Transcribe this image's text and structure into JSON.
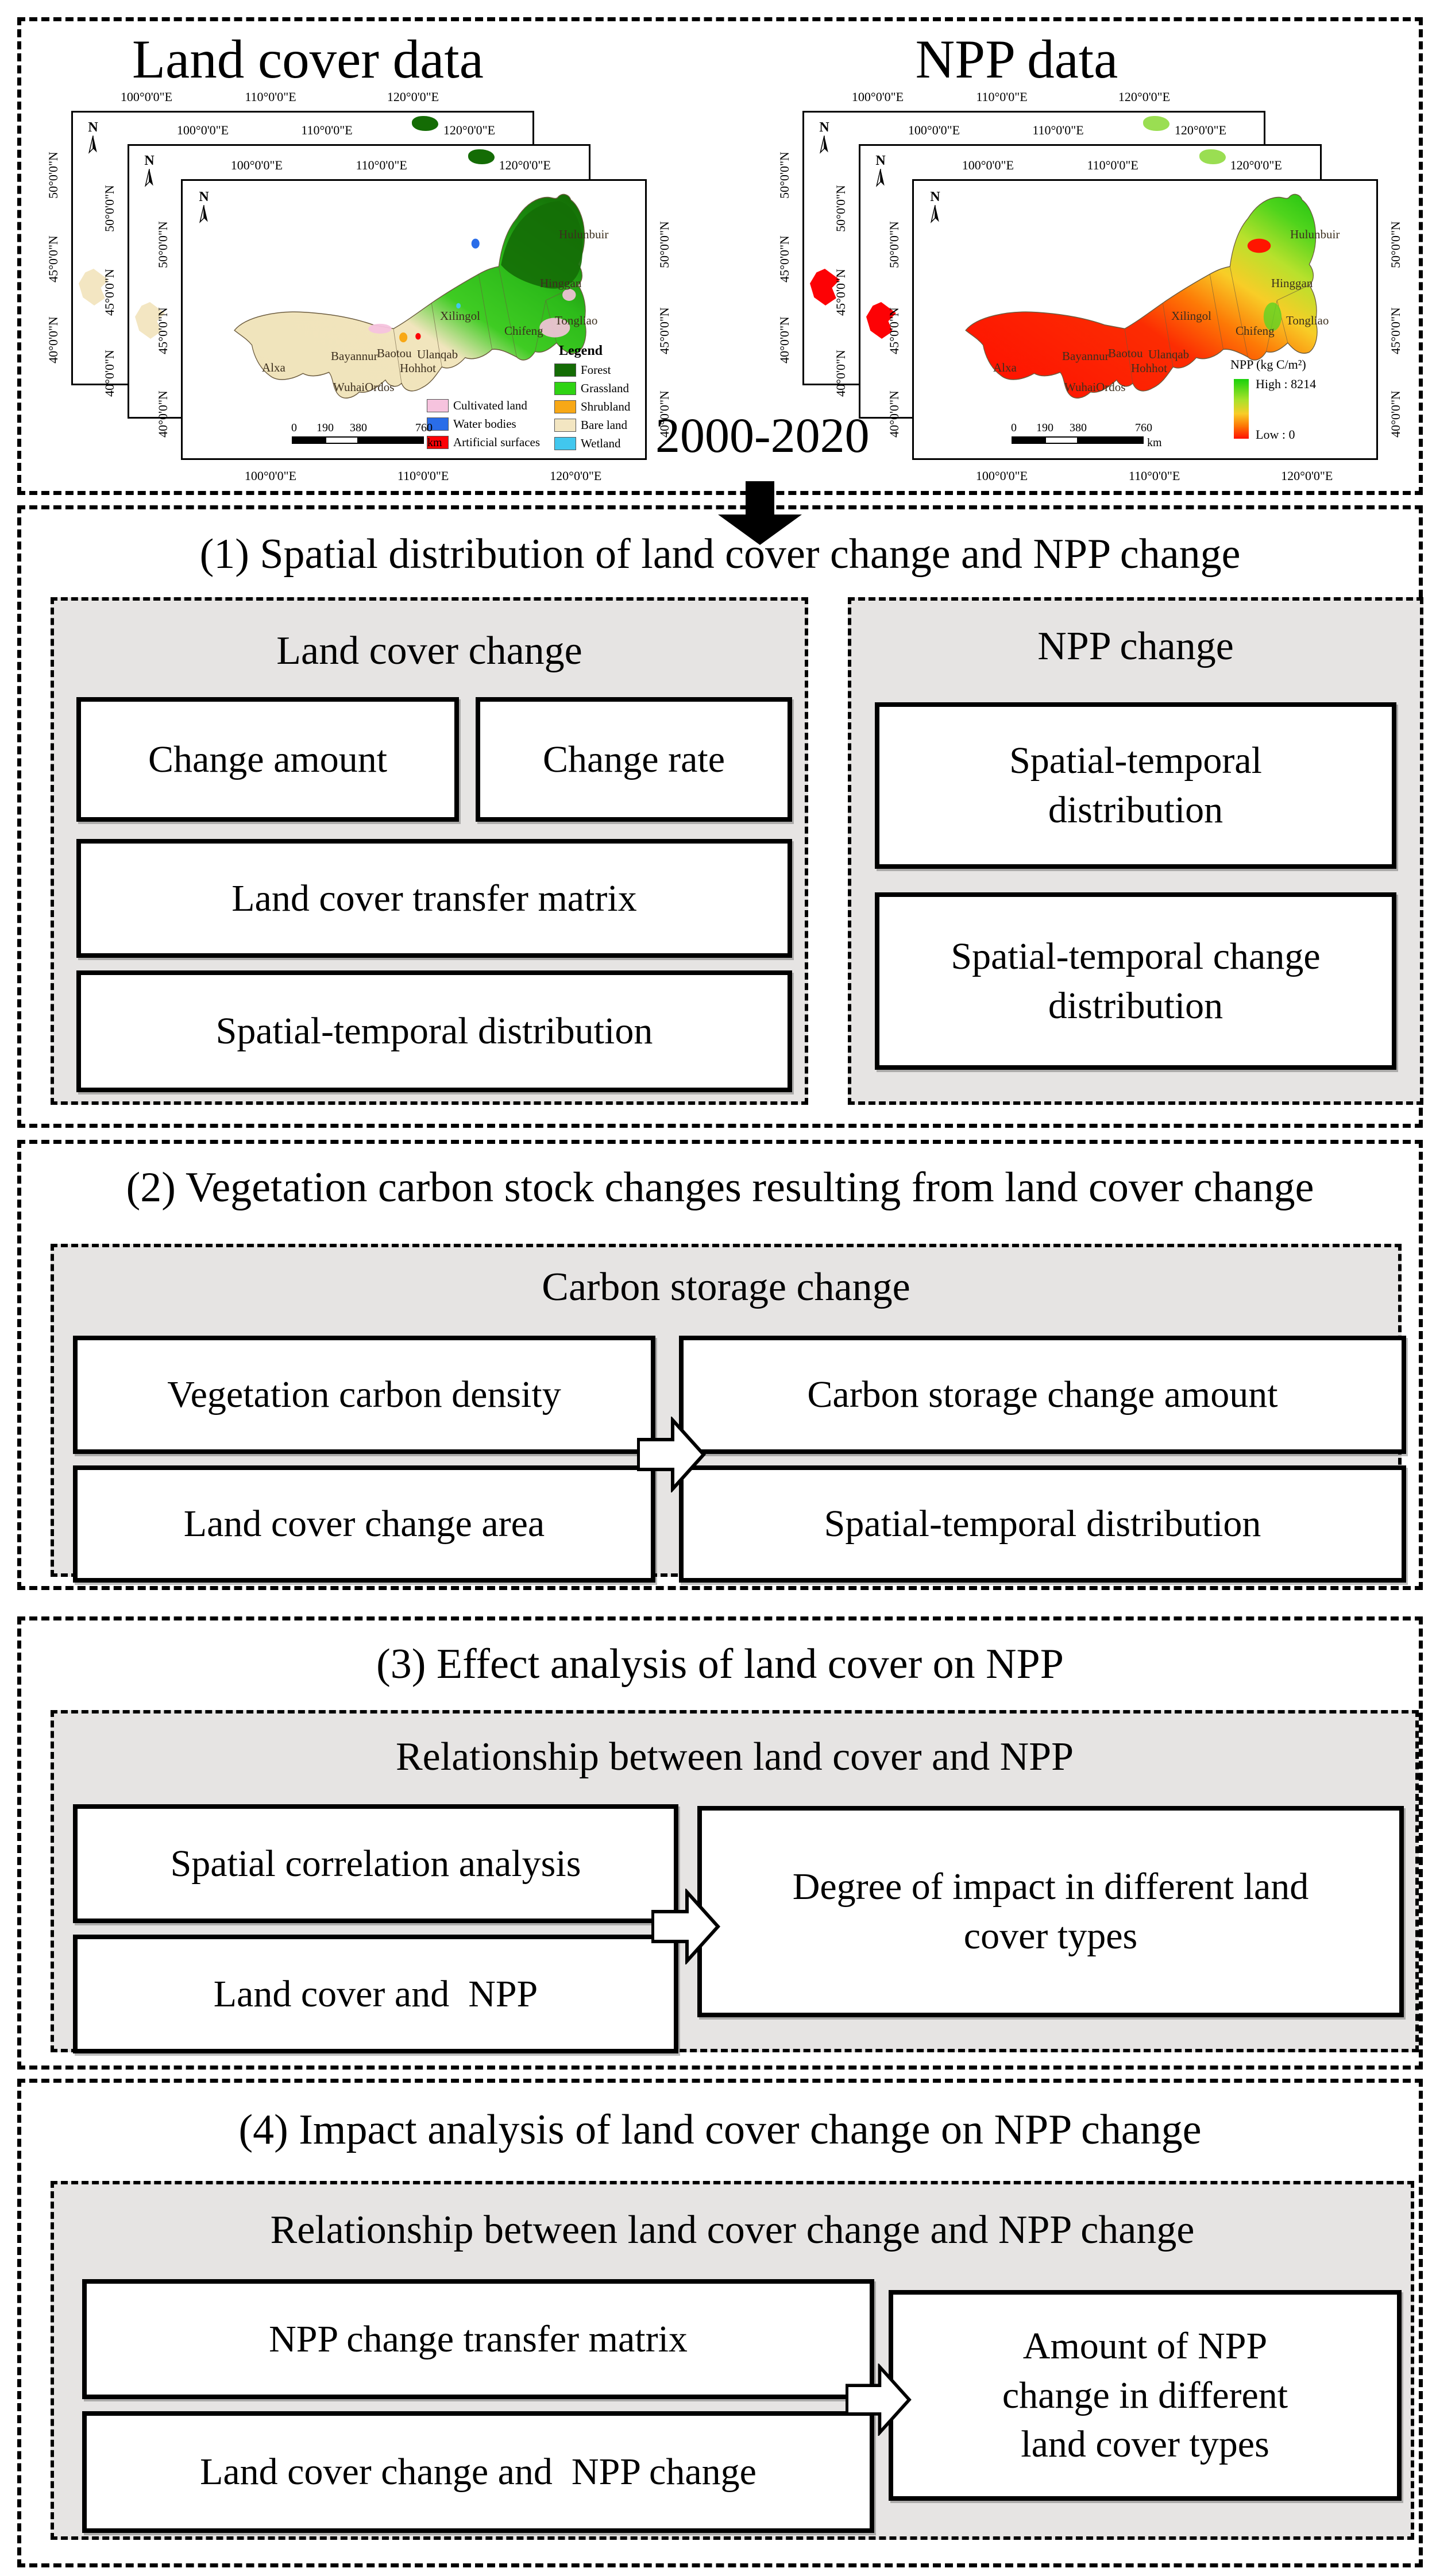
{
  "figure": {
    "period_label": "2000-2020",
    "maps": {
      "north": "N",
      "xticks": [
        "100°0'0\"E",
        "110°0'0\"E",
        "120°0'0\"E"
      ],
      "yticks": [
        "50°0'0\"N",
        "45°0'0\"N",
        "40°0'0\"N"
      ],
      "scalebar": {
        "labels": [
          "0",
          "190",
          "380",
          "760"
        ],
        "unit": "km"
      },
      "regions": [
        "Hulunbuir",
        "Hinggan",
        "Xilingol",
        "Chifeng",
        "Tongliao",
        "Bayannur",
        "Baotou",
        "Ulanqab",
        "Hohhot",
        "Alxa",
        "WuhaiOrdos"
      ],
      "land_cover": {
        "title": "Land cover data",
        "legend": {
          "title": "Legend",
          "items": [
            {
              "label": "Forest",
              "color": "#146c05"
            },
            {
              "label": "Grassland",
              "color": "#2fd313"
            },
            {
              "label": "Shrubland",
              "color": "#f8a816"
            },
            {
              "label": "Bare land",
              "color": "#f3e6c2"
            },
            {
              "label": "Wetland",
              "color": "#41c7ee"
            },
            {
              "label": "Cultivated land",
              "color": "#f6c3de"
            },
            {
              "label": "Water bodies",
              "color": "#2a6de9"
            },
            {
              "label": "Artificial surfaces",
              "color": "#fd0205"
            }
          ]
        }
      },
      "npp": {
        "title": "NPP data",
        "legend": {
          "title": "NPP (kg C/m²)",
          "high_label": "High : 8214",
          "low_label": "Low :  0",
          "high_color": "#19d10b",
          "low_color": "#fe1101"
        }
      }
    },
    "sections": [
      {
        "title": "(1) Spatial distribution of land cover change and NPP change",
        "left": {
          "title": "Land cover change",
          "row": [
            "Change amount",
            "Change rate"
          ],
          "stack": [
            "Land cover transfer matrix",
            "Spatial-temporal distribution"
          ]
        },
        "right": {
          "title": "NPP change",
          "stack": [
            "Spatial-temporal distribution",
            "Spatial-temporal change distribution"
          ]
        }
      },
      {
        "title": "(2) Vegetation carbon stock changes resulting from land cover change",
        "panel": {
          "title": "Carbon storage change",
          "left": [
            "Vegetation carbon density",
            "Land cover change area"
          ],
          "right": [
            "Carbon storage change amount",
            "Spatial-temporal distribution"
          ]
        }
      },
      {
        "title": "(3) Effect analysis of land cover on NPP",
        "panel": {
          "title": "Relationship between land cover and NPP",
          "left": [
            "Spatial correlation analysis",
            "Land cover and  NPP"
          ],
          "result": "Degree of impact in different land cover types"
        }
      },
      {
        "title": "(4) Impact analysis of land cover change on NPP change",
        "panel": {
          "title": "Relationship between land cover change and NPP change",
          "left": [
            "NPP change transfer matrix",
            "Land cover change and  NPP change"
          ],
          "result": "Amount of NPP change in different land cover types"
        }
      }
    ]
  }
}
